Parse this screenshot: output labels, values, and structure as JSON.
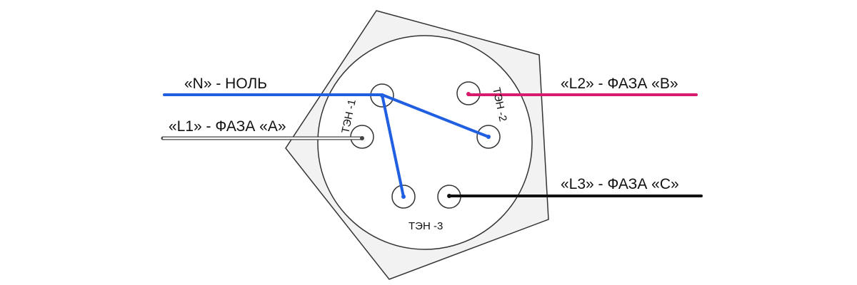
{
  "labels": {
    "neutral": "«N» - НОЛЬ",
    "l1": "«L1» - ФАЗА «А»",
    "l2": "«L2» - ФАЗА «В»",
    "l3": "«L3» - ФАЗА «С»",
    "ten1": "ТЭН -1",
    "ten2": "ТЭН -2",
    "ten3": "ТЭН -3"
  },
  "colors": {
    "neutral": "#1f5fe0",
    "l1": "#ffffff",
    "l2": "#d81b6a",
    "l3": "#111111",
    "body_fill": "#f2f2f2",
    "outline": "#333333"
  }
}
